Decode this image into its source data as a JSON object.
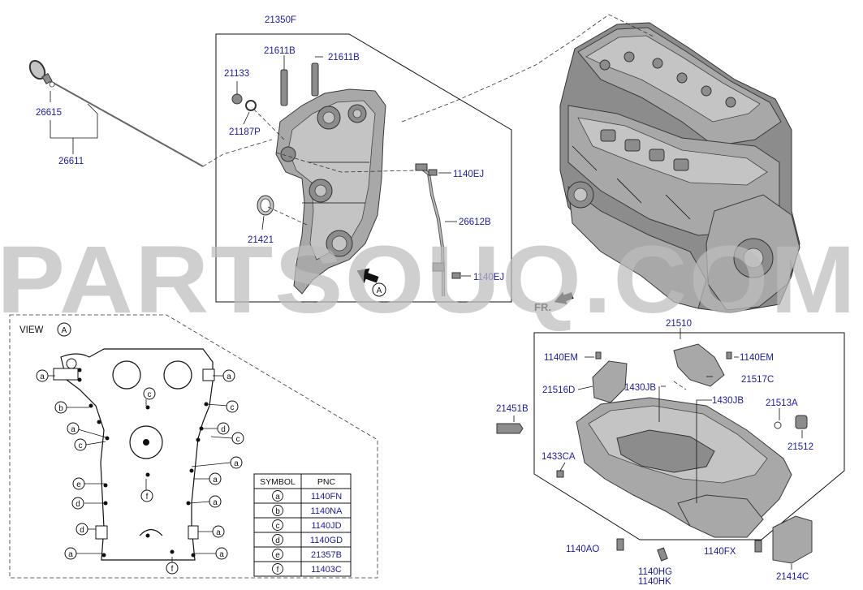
{
  "watermark": "PARTSOUQ.COM",
  "labels": {
    "l21350F": "21350F",
    "l21611B_a": "21611B",
    "l21611B_b": "21611B",
    "l21133": "21133",
    "l21187P": "21187P",
    "l26615": "26615",
    "l26611": "26611",
    "l21421": "21421",
    "l1140EJ_a": "1140EJ",
    "l26612B": "26612B",
    "l1140EJ_b": "1140EJ",
    "l21510": "21510",
    "l1140EM_a": "1140EM",
    "l1140EM_b": "1140EM",
    "l21516D": "21516D",
    "l1430JB_a": "1430JB",
    "l1430JB_b": "1430JB",
    "l21517C": "21517C",
    "l21451B": "21451B",
    "l21513A": "21513A",
    "l21512": "21512",
    "l1433CA": "1433CA",
    "l1140AO": "1140AO",
    "l1140HG": "1140HG",
    "l1140HK": "1140HK",
    "l1140FX": "1140FX",
    "l21414C": "21414C"
  },
  "view": {
    "text": "VIEW",
    "ref": "A"
  },
  "arrow_ref": "A",
  "fr_label": "FR.",
  "legend": {
    "headers": [
      "SYMBOL",
      "PNC"
    ],
    "rows": [
      {
        "symbol": "a",
        "pnc": "1140FN"
      },
      {
        "symbol": "b",
        "pnc": "1140NA"
      },
      {
        "symbol": "c",
        "pnc": "1140JD"
      },
      {
        "symbol": "d",
        "pnc": "1140GD"
      },
      {
        "symbol": "e",
        "pnc": "21357B"
      },
      {
        "symbol": "f",
        "pnc": "11403C"
      }
    ]
  },
  "callouts": {
    "c1": "a",
    "c2": "a",
    "c3": "b",
    "c4": "c",
    "c5": "c",
    "c6": "a",
    "c7": "c",
    "c8": "d",
    "c9": "c",
    "c10": "a",
    "c11": "e",
    "c12": "a",
    "c13": "f",
    "c14": "d",
    "c15": "a",
    "c16": "d",
    "c17": "a",
    "c18": "a",
    "c19": "a",
    "c20": "f"
  },
  "colors": {
    "link": "#1a1aa8",
    "line": "#111111",
    "part": "#a8a8a8",
    "watermark": "#bdbdbd"
  }
}
